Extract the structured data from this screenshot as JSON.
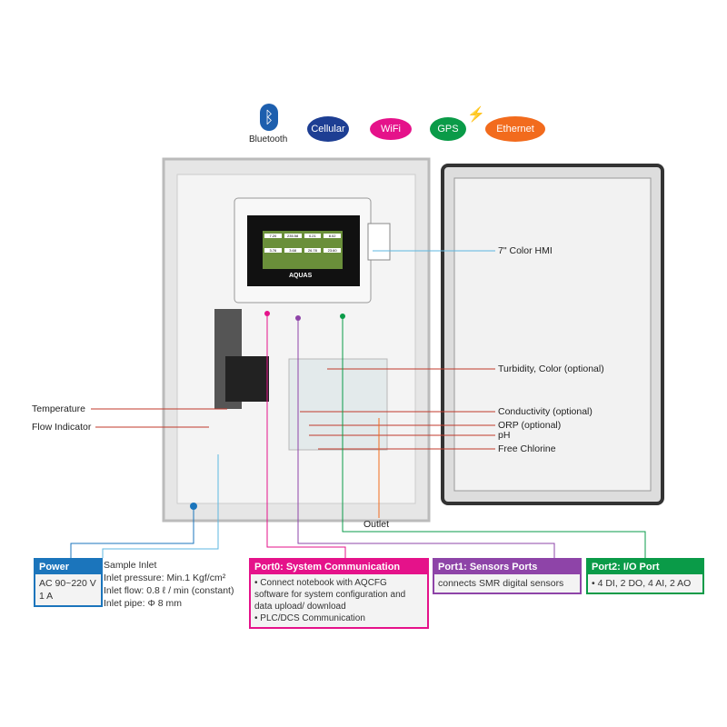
{
  "connectivity": {
    "bluetooth": "Bluetooth",
    "cellular": "Cellular",
    "wifi": "WiFi",
    "gps": "GPS",
    "ethernet": "Ethernet"
  },
  "device": {
    "brand": "AQUAS",
    "screen_values": [
      "7.20",
      "235.58",
      "0.21",
      "8.02",
      "3.76",
      "3.68",
      "26.78",
      "23.60"
    ]
  },
  "callouts": {
    "hmi": "7\" Color HMI",
    "turbidity": "Turbidity, Color (optional)",
    "temperature": "Temperature",
    "conductivity": "Conductivity (optional)",
    "flow": "Flow Indicator",
    "orp": "ORP (optional)",
    "ph": "pH",
    "chlorine": "Free Chlorine",
    "outlet": "Outlet"
  },
  "power": {
    "title": "Power",
    "lines": [
      "AC 90~220 V",
      "1 A"
    ]
  },
  "inlet": {
    "lines": [
      "Sample Inlet",
      "Inlet pressure: Min.1 Kgf/cm²",
      "Inlet flow: 0.8 ℓ / min (constant)",
      "Inlet pipe: Φ 8 mm"
    ]
  },
  "port0": {
    "title": "Port0: System Communication",
    "items": [
      "Connect notebook with AQCFG software for system configuration and data upload/ download",
      "PLC/DCS Communication"
    ]
  },
  "port1": {
    "title": "Port1: Sensors Ports",
    "body": "connects SMR digital sensors"
  },
  "port2": {
    "title": "Port2: I/O Port",
    "items": [
      "4 DI, 2 DO, 4 AI, 2 AO"
    ]
  },
  "colors": {
    "power": "#1b75bc",
    "port0": "#e5128a",
    "port1": "#8e44a8",
    "port2": "#0a9b48",
    "cellular": "#1d3e93",
    "ethernet": "#f26b1d"
  }
}
